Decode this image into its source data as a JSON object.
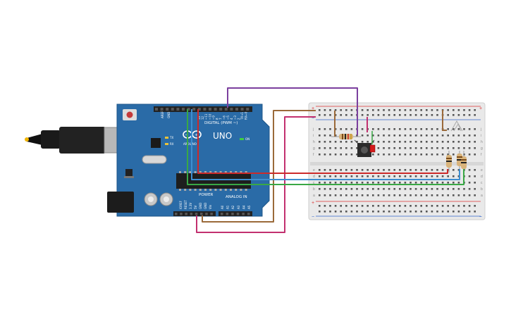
{
  "arduino": {
    "brand": "ARDUINO",
    "model": "UNO",
    "digital_label": "DIGITAL (PWM ~)",
    "power_label": "POWER",
    "analog_label": "ANALOG IN",
    "on_label": "ON",
    "tx_label": "TX",
    "rx_label": "RX",
    "aref_label": "AREF",
    "gnd_label": "GND",
    "ioref_label": "IOREF",
    "reset_label": "RESET",
    "v33_label": "3.3V",
    "v5_label": "5V",
    "vin_label": "Vin",
    "digital_pins": [
      "13",
      "12",
      "~11",
      "~10",
      "~9",
      "8",
      "7",
      "~6",
      "~5",
      "4",
      "~3",
      "2",
      "TX→1",
      "RX←0"
    ],
    "analog_pins": [
      "A0",
      "A1",
      "A2",
      "A3",
      "A4",
      "A5"
    ]
  },
  "breadboard": {
    "plus_symbol": "+",
    "minus_symbol": "−",
    "row_letters_top": [
      "j",
      "i",
      "h",
      "g",
      "f"
    ],
    "row_letters_bottom": [
      "e",
      "d",
      "c",
      "b",
      "a"
    ]
  },
  "colors": {
    "board_blue": "#2a6ba7",
    "wire_purple": "#7b3f9e",
    "wire_brown": "#9b6a3a",
    "wire_magenta": "#c2306f",
    "wire_red": "#cc2a2a",
    "wire_blue": "#3e8ed0",
    "wire_green": "#39a845"
  }
}
